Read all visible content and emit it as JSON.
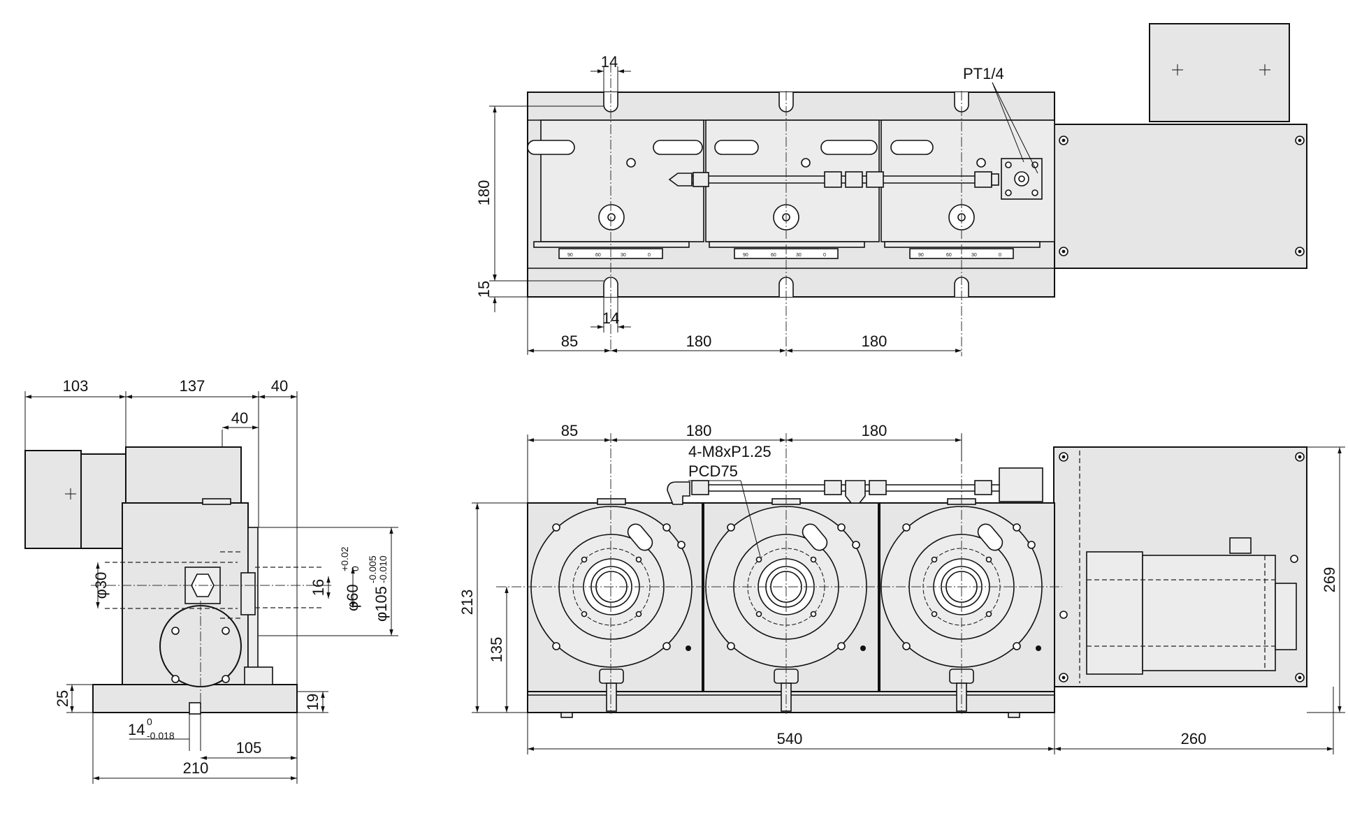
{
  "top_view": {
    "slot_width_top": "14",
    "slot_width_bottom": "14",
    "height": "180",
    "edge": "15",
    "first_center": "85",
    "pitch_1": "180",
    "pitch_2": "180",
    "port_thread": "PT1/4",
    "scale_numbers": [
      "90",
      "60",
      "30",
      "0"
    ]
  },
  "side_view": {
    "motor_width": "103",
    "body_width": "137",
    "flange_offset": "40",
    "inner_offset": "40",
    "bore_dia": "φ30",
    "step": "16",
    "pilot_dia": "φ60",
    "pilot_tol_upper": "+0.02",
    "pilot_tol_lower": "0",
    "flange_dia": "φ105",
    "flange_tol_upper": "-0.005",
    "flange_tol_lower": "-0.010",
    "base_height": "25",
    "base_step": "19",
    "key_width": "14",
    "key_tol_upper": "0",
    "key_tol_lower": "-0.018",
    "key_offset": "105",
    "base_width": "210"
  },
  "front_view": {
    "first_center": "85",
    "pitch_1": "180",
    "pitch_2": "180",
    "thread_note": "4-M8xP1.25",
    "pcd_note": "PCD75",
    "total_height": "213",
    "center_height": "135",
    "body_length": "540",
    "motor_length": "260",
    "motor_height": "269"
  }
}
